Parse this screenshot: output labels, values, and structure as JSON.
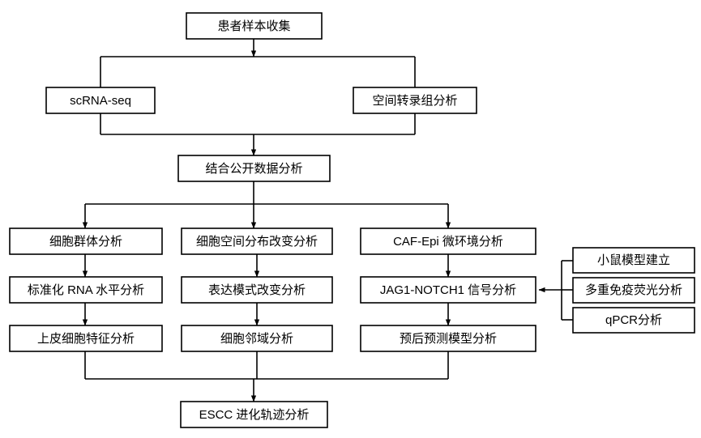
{
  "diagram": {
    "title": "ESCC multi-omics analysis workflow flowchart",
    "background_color": "#ffffff",
    "line_color": "#000000",
    "box_fill": "#ffffff",
    "nodes": {
      "patient_sample": "患者样本收集",
      "scrna_seq": "scRNA-seq",
      "spatial_transcriptome": "空间转录组分析",
      "public_data": "结合公开数据分析",
      "cell_population": "细胞群体分析",
      "cell_spatial_dist": "细胞空间分布改变分析",
      "caf_epi": "CAF-Epi 微环境分析",
      "normalized_rna": "标准化 RNA 水平分析",
      "expression_pattern": "表达模式改变分析",
      "jag1_notch1": "JAG1-NOTCH1 信号分析",
      "epithelial_feature": "上皮细胞特征分析",
      "cell_neighborhood": "细胞邻域分析",
      "prognosis_model": "预后预测模型分析",
      "mouse_model": "小鼠模型建立",
      "multiplex_if": "多重免疫荧光分析",
      "qpcr": "qPCR分析",
      "escc_trajectory": "ESCC 进化轨迹分析"
    }
  }
}
